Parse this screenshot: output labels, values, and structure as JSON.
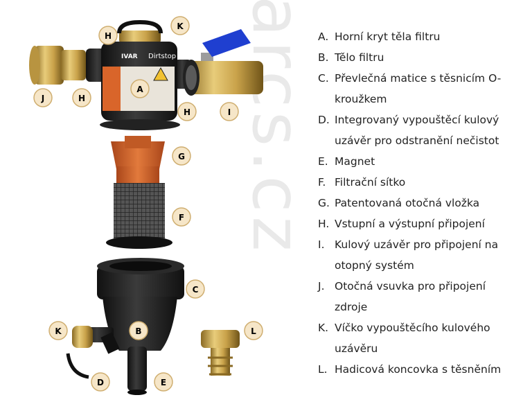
{
  "watermark": "arcs.cz",
  "product_text": {
    "brand": "IVAR",
    "model": "Dirtstop",
    "caution": "POZOR / CAUTION"
  },
  "callouts": [
    "A",
    "B",
    "C",
    "D",
    "E",
    "F",
    "G",
    "H",
    "H",
    "H",
    "I",
    "J",
    "K",
    "K",
    "L"
  ],
  "legend": [
    {
      "key": "A.",
      "text": "Horní kryt těla filtru"
    },
    {
      "key": "B.",
      "text": "Tělo filtru"
    },
    {
      "key": "C.",
      "text": "Převlečná matice s těsnicím O-kroužkem"
    },
    {
      "key": "D.",
      "text": "Integrovaný vypouštěcí kulový uzávěr pro odstranění nečistot"
    },
    {
      "key": "E.",
      "text": "Magnet"
    },
    {
      "key": "F.",
      "text": "Filtrační sítko"
    },
    {
      "key": "G.",
      "text": "Patentovaná otočná vložka"
    },
    {
      "key": "H.",
      "text": "Vstupní a výstupní připojení"
    },
    {
      "key": "I.",
      "text": "Kulový uzávěr pro připojení na otopný systém"
    },
    {
      "key": "J.",
      "text": "Otočná vsuvka pro připojení zdroje"
    },
    {
      "key": "K.",
      "text": "Víčko vypouštěcího kulového uzávěru"
    },
    {
      "key": "L.",
      "text": "Hadicová koncovka s těsněním"
    }
  ],
  "colors": {
    "callout_fill": "#f6e6c8",
    "callout_stroke": "#cfae70",
    "brass": "#c9a24a",
    "body": "#2b2b2b",
    "orange": "#d9652a",
    "blue": "#1f3fd0"
  }
}
